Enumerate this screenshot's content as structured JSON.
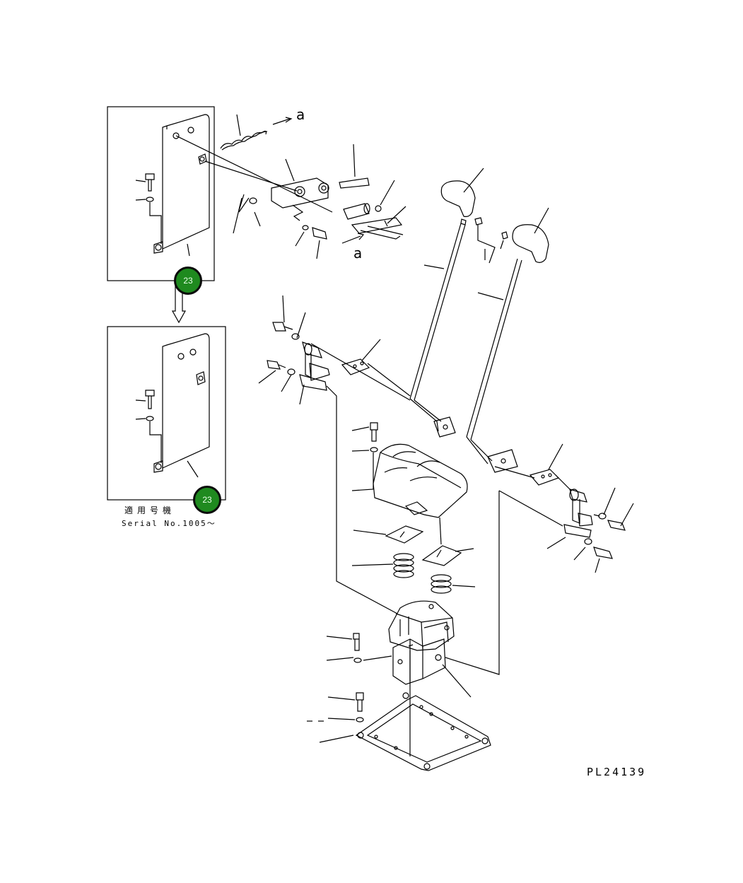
{
  "diagram": {
    "arrow_labels": [
      "a",
      "a"
    ],
    "callouts": [
      {
        "number": "23"
      },
      {
        "number": "23"
      }
    ],
    "applicability_note": "適用号機",
    "serial_note": "Serial No.1005〜",
    "plate_number": "PL24139"
  },
  "colors": {
    "callout_fill": "#1f8a1f",
    "callout_border": "#0b0b0b",
    "line": "#000000"
  }
}
